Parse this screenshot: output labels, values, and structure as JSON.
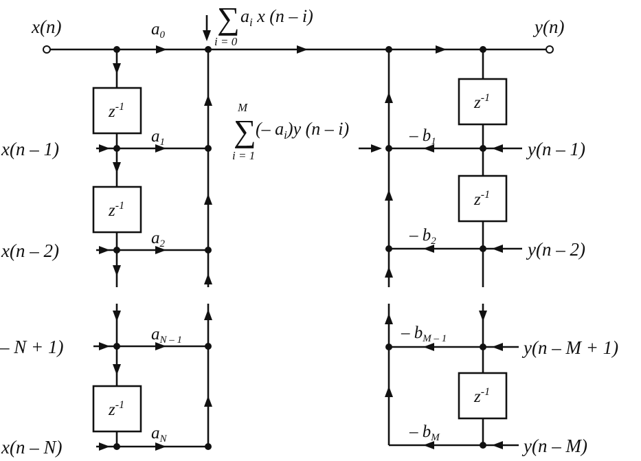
{
  "figure": {
    "input_label": "x(n)",
    "output_label": "y(n)",
    "delay_label": "z",
    "delay_exponent": "-1",
    "top_sum": {
      "sigma": "∑",
      "term": "a",
      "term_sub": "i",
      "term_rest": " x (n – i)",
      "lower_limit": "i = 0"
    },
    "mid_sum": {
      "sigma": "∑",
      "upper_limit": "M",
      "lower_limit": "i = 1",
      "term": "(– a",
      "term_sub": "i",
      "term_rest": ")y (n – i)"
    },
    "feedforward": {
      "coefficients": [
        {
          "base": "a",
          "sub": "0"
        },
        {
          "base": "a",
          "sub": "1"
        },
        {
          "base": "a",
          "sub": "2"
        },
        {
          "base": "a",
          "sub": "N – 1"
        },
        {
          "base": "a",
          "sub": "N"
        }
      ],
      "taps": [
        "x(n – 1)",
        "x(n – 2)",
        "– N + 1)",
        "x(n – N)"
      ]
    },
    "feedback": {
      "coefficients": [
        {
          "base": "– b",
          "sub": "1"
        },
        {
          "base": "– b",
          "sub": "2"
        },
        {
          "base": "– b",
          "sub": "M – 1"
        },
        {
          "base": "– b",
          "sub": "M"
        }
      ],
      "taps": [
        "y(n – 1)",
        "y(n – 2)",
        "y(n – M + 1)",
        "y(n – M)"
      ]
    }
  }
}
